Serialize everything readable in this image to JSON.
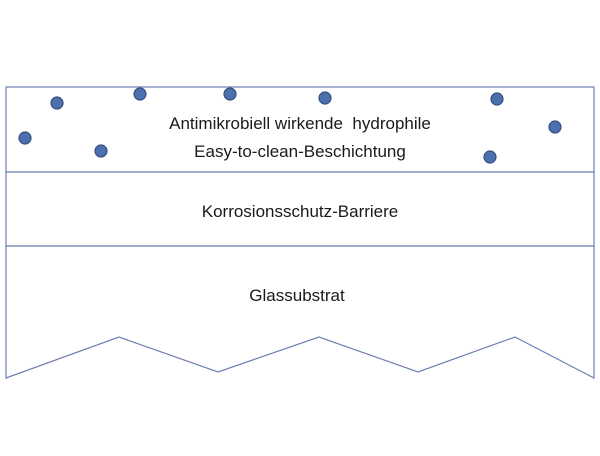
{
  "diagram": {
    "layers": [
      {
        "name": "coating",
        "lines": [
          "Antimikrobiell wirkende  hydrophile",
          "Easy-to-clean-Beschichtung"
        ]
      },
      {
        "name": "barrier",
        "lines": [
          "Korrosionsschutz-Barriere"
        ]
      },
      {
        "name": "substrate",
        "lines": [
          "Glassubstrat"
        ]
      }
    ],
    "colors": {
      "outline": "#6f7fb3",
      "particle_fill": "#4c6fae",
      "particle_stroke": "#33507f",
      "text": "#1a1a1a"
    }
  }
}
